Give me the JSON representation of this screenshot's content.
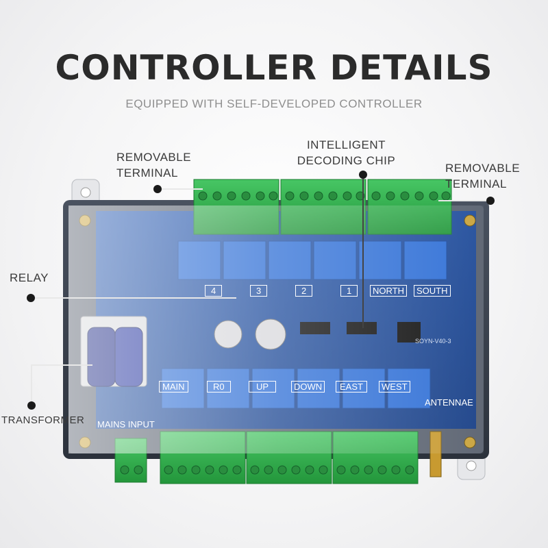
{
  "header": {
    "title": "CONTROLLER DETAILS",
    "subtitle": "EQUIPPED WITH SELF-DEVELOPED CONTROLLER"
  },
  "callouts": {
    "removable_terminal_left": [
      "REMOVABLE",
      "TERMINAL"
    ],
    "intelligent_chip": [
      "INTELLIGENT",
      "DECODING  CHIP"
    ],
    "removable_terminal_right": [
      "REMOVABLE",
      "TERMINAL"
    ],
    "relay": "RELAY",
    "transformer": "TRANSFORMER",
    "mains_input": "MAINS INPUT",
    "antennae": "ANTENNAE"
  },
  "board": {
    "top_relay_labels": [
      "4",
      "3",
      "2",
      "1",
      "NORTH",
      "SOUTH"
    ],
    "bottom_relay_labels": [
      "MAIN",
      "R0",
      "UP",
      "DOWN",
      "EAST",
      "WEST"
    ],
    "model_text": "SOYN-V40-3"
  },
  "colors": {
    "board_blue": "#1f4fa0",
    "relay_blue": "#2f6fd6",
    "terminal_green": "#2eb24a",
    "case_dark": "#3c4451"
  }
}
